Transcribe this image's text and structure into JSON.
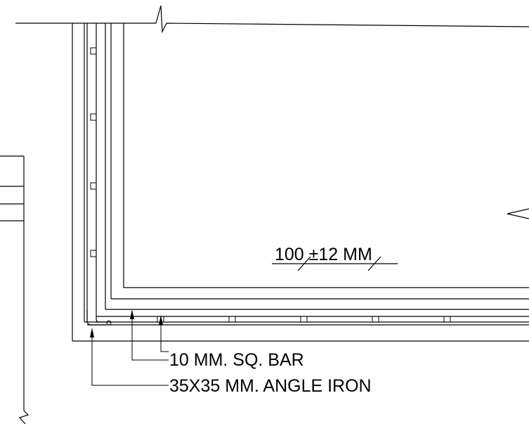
{
  "labels": {
    "dimension": "100 ±12 MM",
    "bar": "10 MM. SQ. BAR",
    "angle": "35X35 MM. ANGLE IRON"
  },
  "colors": {
    "line": "#000000",
    "background": "#ffffff"
  }
}
